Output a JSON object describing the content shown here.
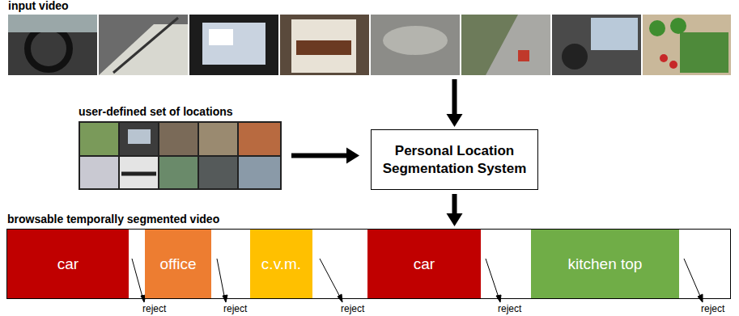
{
  "diagram": {
    "nodes": [
      {
        "text": [
          "input video"
        ]
      },
      {
        "text": [
          "user-defined set of locations"
        ]
      },
      {
        "text": [
          "Personal Location Segmentation System"
        ]
      },
      {
        "text": [
          "browsable temporally segmented video"
        ]
      },
      {
        "text": [
          "car"
        ],
        "in": 3
      },
      {
        "text": [
          "office"
        ],
        "in": 3
      },
      {
        "text": [
          "c.v.m."
        ],
        "in": 3
      },
      {
        "text": [
          "car"
        ],
        "in": 3
      },
      {
        "text": [
          "kitchen top"
        ],
        "in": 3
      }
    ],
    "edges": [
      {
        "from": 0,
        "to": 2,
        "arrow": "to"
      },
      {
        "from": 1,
        "to": 2,
        "arrow": "to"
      },
      {
        "from": 2,
        "to": 3,
        "arrow": "to"
      }
    ],
    "labels": [
      "reject",
      "reject",
      "reject",
      "reject",
      "reject"
    ]
  }
}
